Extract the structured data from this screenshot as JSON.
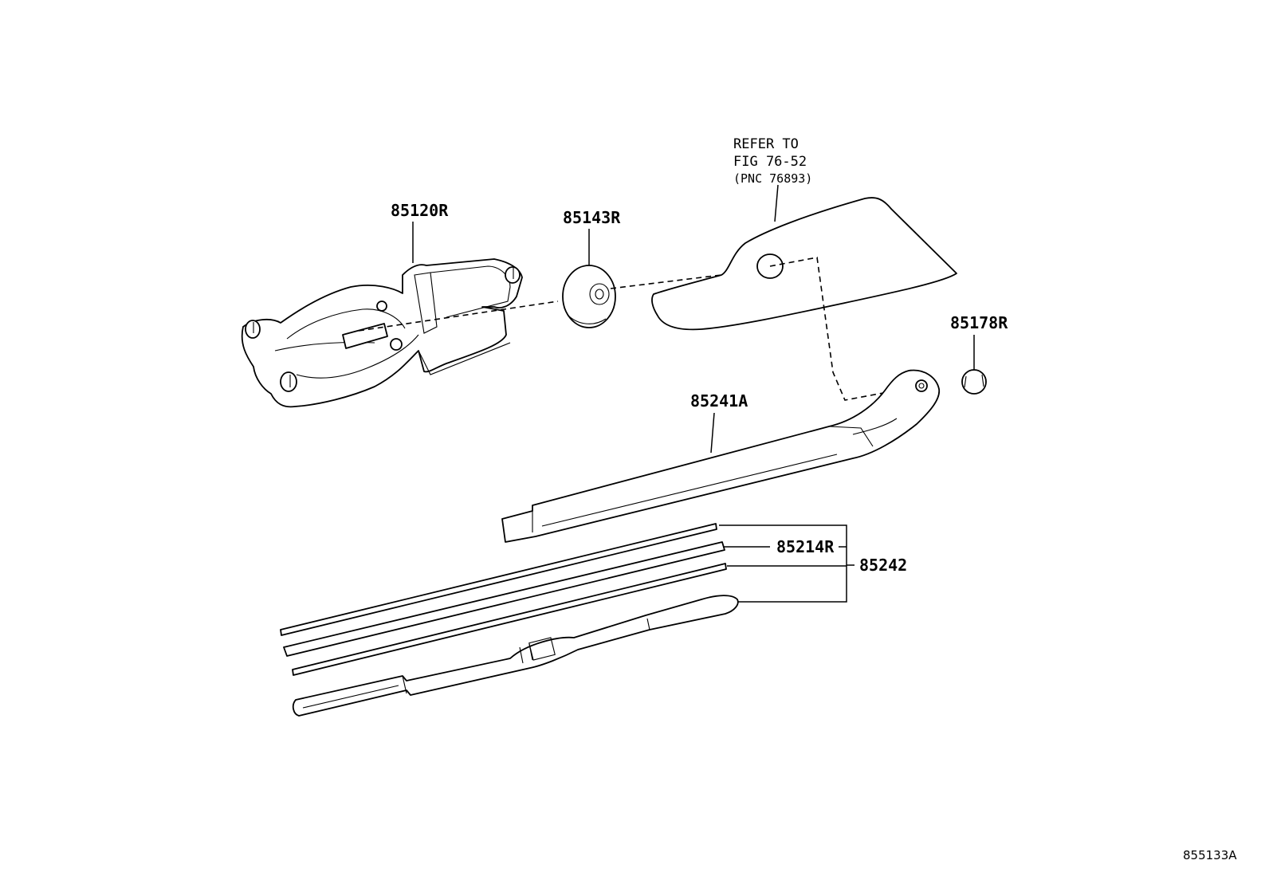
{
  "labels": {
    "motor": "85120R",
    "cap": "85143R",
    "nut": "85178R",
    "arm": "85241A",
    "blade_rubber": "85214R",
    "blade_assy": "85242"
  },
  "reference": {
    "line1": "REFER TO",
    "line2": "FIG 76-52",
    "line3": "(PNC 76893)"
  },
  "figure_id": "855133A"
}
